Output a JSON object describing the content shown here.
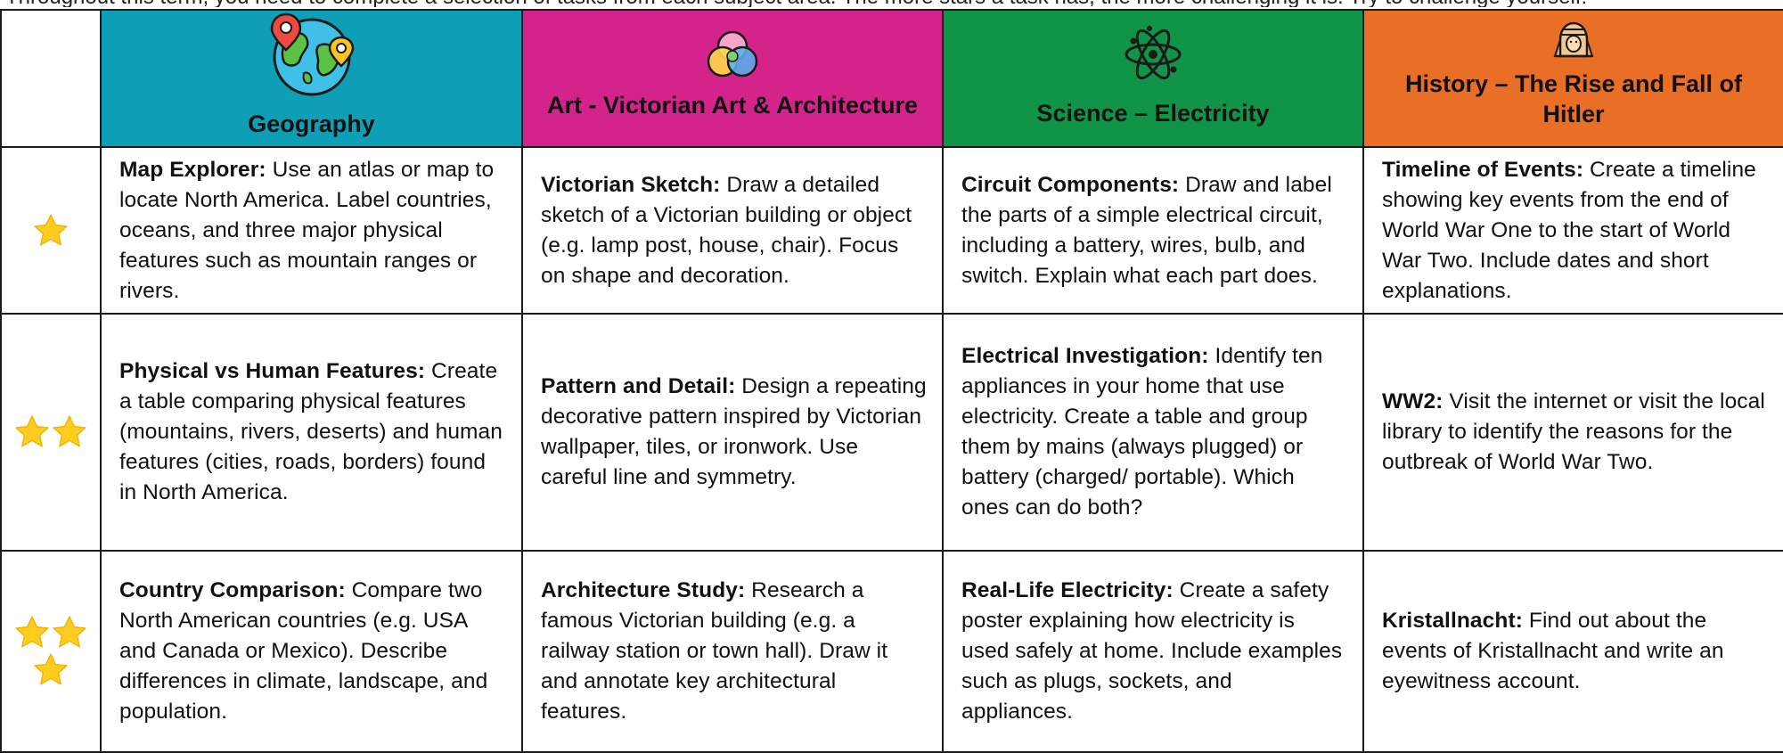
{
  "colors": {
    "geography": "#0e9fb6",
    "art": "#d4248b",
    "science": "#109447",
    "history": "#ea6f26",
    "star": "#ffcc1f",
    "border": "#1a1a1a"
  },
  "intro_text": "Throughout this term, you need to complete a selection of tasks from each subject area. The more stars a task has, the more challenging it is. Try to challenge yourself!",
  "headers": [
    {
      "icon": "globe-map-pin-icon",
      "title": "Geography"
    },
    {
      "icon": "colour-circles-icon",
      "title": "Art - Victorian Art & Architecture"
    },
    {
      "icon": "atom-icon",
      "title": "Science – Electricity"
    },
    {
      "icon": "sphinx-icon",
      "title": "History – The Rise and Fall of Hitler"
    }
  ],
  "rows": [
    {
      "stars": 1,
      "tasks": [
        {
          "name": "Map Explorer:",
          "text": " Use an atlas or map to locate North America. Label countries, oceans, and three major physical features such as mountain ranges or rivers."
        },
        {
          "name": "Victorian Sketch:",
          "text": " Draw a detailed sketch of a Victorian building or object (e.g. lamp post, house, chair). Focus on shape and decoration."
        },
        {
          "name": "Circuit Components:",
          "text": " Draw and label the parts of a simple electrical circuit, including a battery, wires, bulb, and switch. Explain what each part does."
        },
        {
          "name": "Timeline of Events:",
          "text": " Create a timeline showing key events from the end of World War One to the start of World War Two. Include dates and short explanations."
        }
      ]
    },
    {
      "stars": 2,
      "tasks": [
        {
          "name": "Physical vs Human Features:",
          "text": " Create a table comparing physical features (mountains, rivers, deserts) and human features (cities, roads, borders) found in North America."
        },
        {
          "name": "Pattern and Detail:",
          "text": " Design a repeating decorative pattern inspired by Victorian wallpaper, tiles, or ironwork. Use careful line and symmetry."
        },
        {
          "name": "Electrical Investigation:",
          "text": " Identify ten appliances in your home that use electricity. Create a table and group them by mains (always plugged) or battery (charged/ portable). Which ones can do both?"
        },
        {
          "name": "WW2:",
          "text": " Visit the internet or visit the local library to identify the reasons for the outbreak of World War Two."
        }
      ]
    },
    {
      "stars": 3,
      "tasks": [
        {
          "name": "Country Comparison:",
          "text": " Compare two North American countries (e.g. USA and Canada or Mexico). Describe differences in climate, landscape, and population."
        },
        {
          "name": "Architecture Study:",
          "text": " Research a famous Victorian building (e.g. a railway station or town hall). Draw it and annotate key architectural features."
        },
        {
          "name": "Real-Life Electricity:",
          "text": " Create a safety poster explaining how electricity is used safely at home. Include examples such as plugs, sockets, and appliances."
        },
        {
          "name": "Kristallnacht:",
          "text": " Find out about the events of Kristallnacht and write an eyewitness account."
        }
      ]
    }
  ]
}
